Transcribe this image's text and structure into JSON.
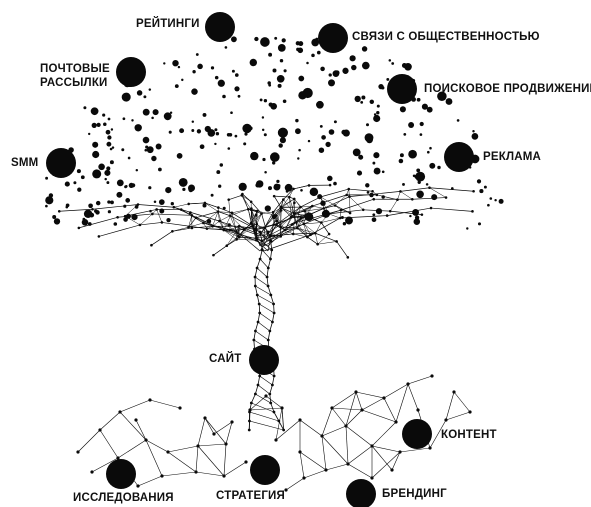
{
  "diagram": {
    "colors": {
      "ink": "#0a0a0a",
      "background": "#ffffff"
    },
    "crown_nodes": [
      {
        "key": "ratings",
        "lines": [
          "РЕЙТИНГИ"
        ]
      },
      {
        "key": "pr",
        "lines": [
          "СВЯЗИ С ОБЩЕСТВЕННОСТЬЮ"
        ]
      },
      {
        "key": "mailing",
        "lines": [
          "ПОЧТОВЫЕ",
          "РАССЫЛКИ"
        ]
      },
      {
        "key": "seo",
        "lines": [
          "ПОИСКОВОЕ ПРОДВИЖЕНИЕ"
        ]
      },
      {
        "key": "smm",
        "lines": [
          "SMM"
        ]
      },
      {
        "key": "ads",
        "lines": [
          "РЕКЛАМА"
        ]
      }
    ],
    "trunk_node": {
      "key": "site",
      "lines": [
        "САЙТ"
      ]
    },
    "root_nodes": [
      {
        "key": "content",
        "lines": [
          "КОНТЕНТ"
        ]
      },
      {
        "key": "research",
        "lines": [
          "ИССЛЕДОВАНИЯ"
        ]
      },
      {
        "key": "strategy",
        "lines": [
          "СТРАТЕГИЯ"
        ]
      },
      {
        "key": "branding",
        "lines": [
          "БРЕНДИНГ"
        ]
      }
    ]
  }
}
